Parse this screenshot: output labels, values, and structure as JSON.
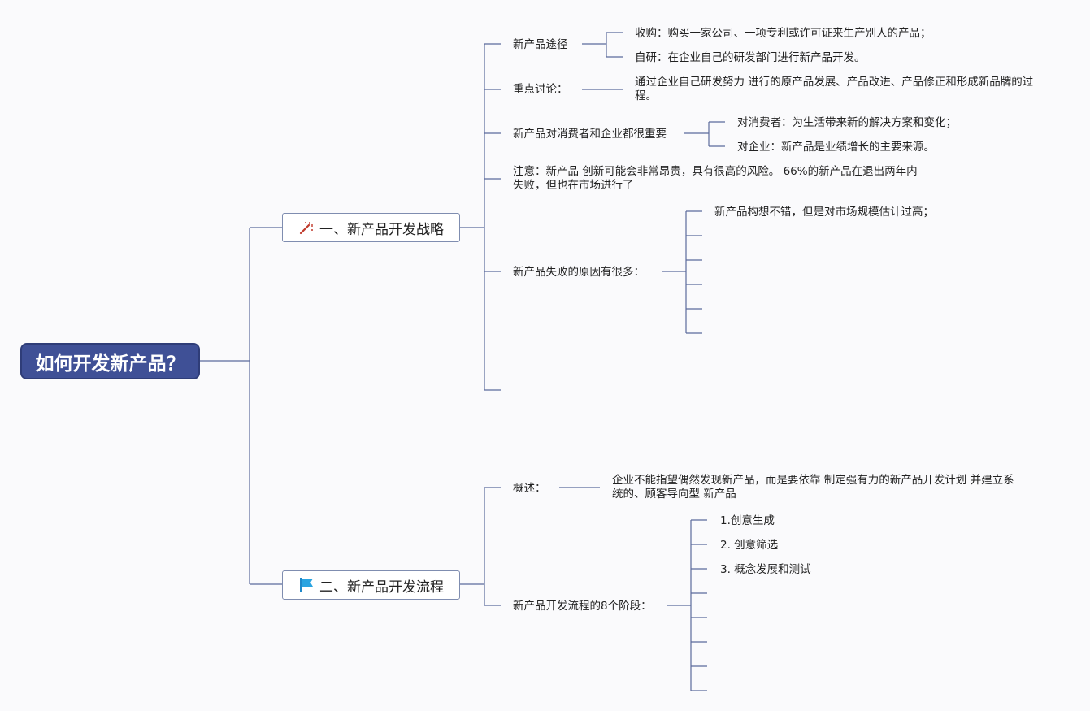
{
  "root": {
    "title": "如何开发新产品？"
  },
  "colors": {
    "root_fill": "#3f5096",
    "line": "#5b6a9c"
  },
  "branch1": {
    "title": "一、新产品开发战略",
    "icon": "magic-wand-icon",
    "items": {
      "ways": {
        "label": "新产品途径",
        "children": [
          "收购：购买一家公司、一项专利或许可证来生产别人的产品；",
          "自研：在企业自己的研发部门进行新产品开发。"
        ]
      },
      "focus": {
        "label": "重点讨论：",
        "children": [
          "通过企业自己研发努力 进行的原产品发展、产品改进、产品修正和形成新品牌的过程。"
        ]
      },
      "importance": {
        "label": "新产品对消费者和企业都很重要",
        "children": [
          "对消费者：为生活带来新的解决方案和变化；",
          "对企业：新产品是业绩增长的主要来源。"
        ]
      },
      "note": {
        "label": "注意：新产品 创新可能会非常昂贵，具有很高的风险。 66%的新产品在退出两年内失败，但也在市场进行了"
      },
      "failure": {
        "label": "新产品失败的原因有很多：",
        "children": [
          "新产品构想不错，但是对市场规模估计过高；"
        ]
      }
    }
  },
  "branch2": {
    "title": "二、新产品开发流程",
    "icon": "flag-icon",
    "items": {
      "overview": {
        "label": "概述：",
        "children": [
          "企业不能指望偶然发现新产品，而是要依靠 制定强有力的新产品开发计划 并建立系统的、顾客导向型 新产品"
        ]
      },
      "stages": {
        "label": "新产品开发流程的8个阶段：",
        "children": [
          "1.创意生成",
          "2. 创意筛选",
          "3. 概念发展和测试"
        ]
      }
    }
  }
}
